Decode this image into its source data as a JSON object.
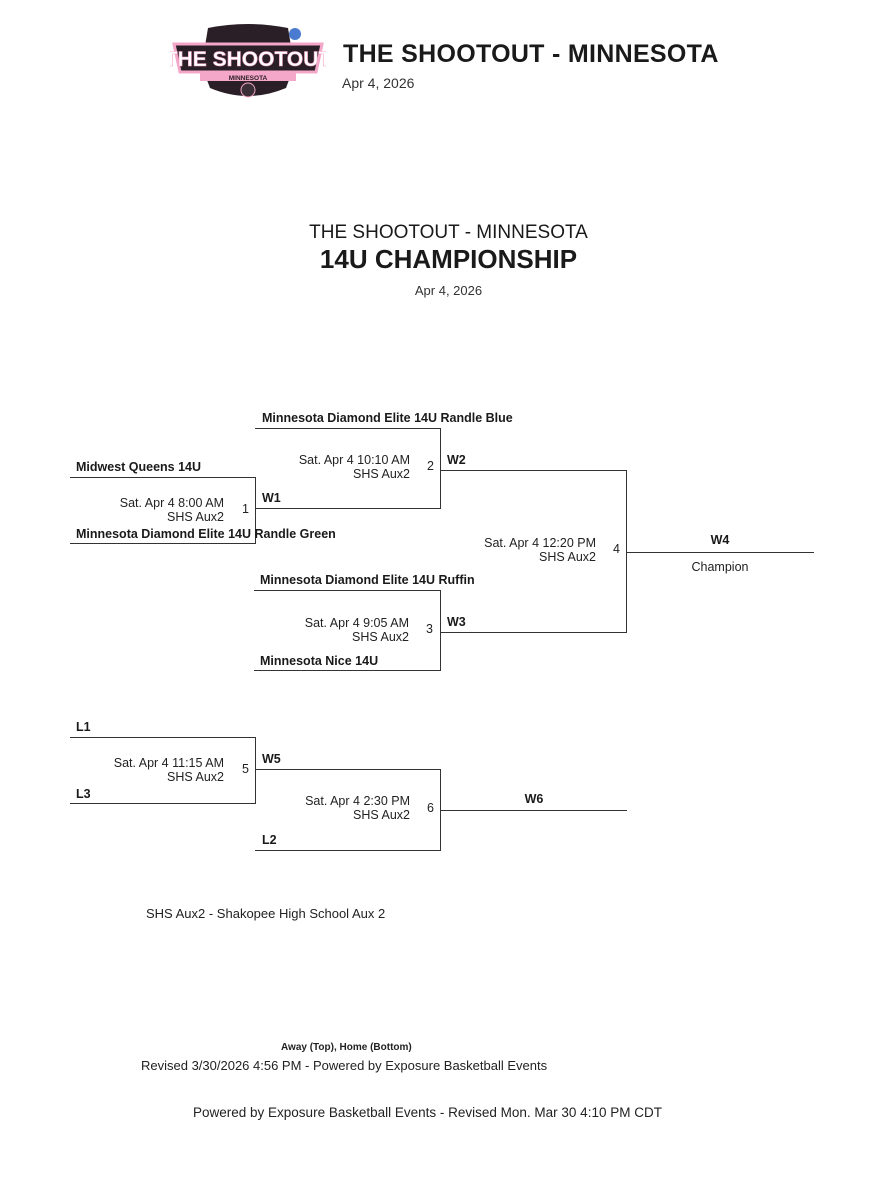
{
  "header": {
    "logo_text": "THE SHOOTOUT",
    "logo_subtext": "MINNESOTA",
    "title": "THE SHOOTOUT - MINNESOTA",
    "date": "Apr 4, 2026"
  },
  "bracket": {
    "title": "THE SHOOTOUT - MINNESOTA",
    "subtitle": "14U CHAMPIONSHIP",
    "date": "Apr 4, 2026",
    "games": [
      {
        "number": "1",
        "time": "Sat. Apr 4 8:00 AM",
        "location": "SHS Aux2",
        "away": "Midwest Queens 14U",
        "home": "Minnesota Diamond Elite 14U Randle Green"
      },
      {
        "number": "2",
        "time": "Sat. Apr 4 10:10 AM",
        "location": "SHS Aux2",
        "away": "Minnesota Diamond Elite 14U Randle Blue",
        "home": "W1"
      },
      {
        "number": "3",
        "time": "Sat. Apr 4 9:05 AM",
        "location": "SHS Aux2",
        "away": "Minnesota Diamond Elite 14U Ruffin",
        "home": "Minnesota Nice 14U"
      },
      {
        "number": "4",
        "time": "Sat. Apr 4 12:20 PM",
        "location": "SHS Aux2",
        "away": "W2",
        "home": "W3"
      },
      {
        "number": "5",
        "time": "Sat. Apr 4 11:15 AM",
        "location": "SHS Aux2",
        "away": "L1",
        "home": "L3"
      },
      {
        "number": "6",
        "time": "Sat. Apr 4 2:30 PM",
        "location": "SHS Aux2",
        "away": "W5",
        "home": "L2"
      }
    ],
    "champion_slot": "W4",
    "champion_label": "Champion",
    "consolation_winner": "W6"
  },
  "legend": "SHS Aux2 - Shakopee High School Aux 2",
  "away_home_note": "Away (Top), Home (Bottom)",
  "revised": "Revised 3/30/2026 4:56 PM - Powered by Exposure Basketball Events",
  "footer": "Powered by Exposure Basketball Events - Revised Mon. Mar 30 4:10 PM CDT",
  "colors": {
    "logo_pink": "#f4a7c8",
    "logo_dark": "#2a1f26",
    "line": "#333333"
  }
}
